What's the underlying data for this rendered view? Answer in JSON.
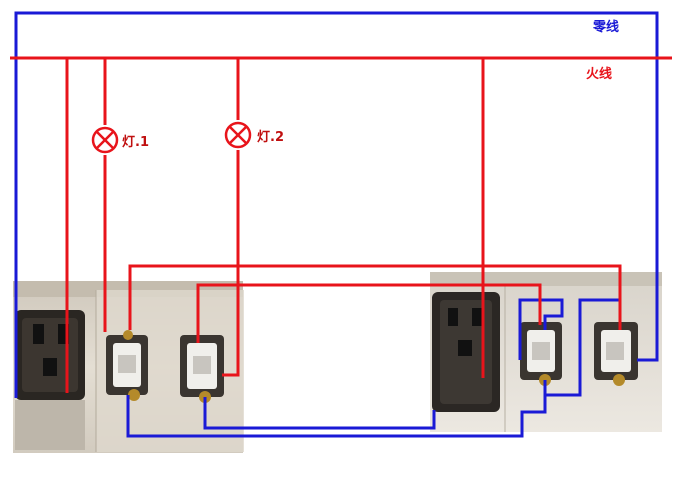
{
  "labels": {
    "neutral": "零线",
    "live": "火线",
    "lamp1": "灯.1",
    "lamp2": "灯.2"
  },
  "colors": {
    "live_wire": "#e8141b",
    "neutral_wire": "#1a1ad6",
    "lamp_label": "#c01010",
    "neutral_label": "#1a1ad6",
    "live_label": "#e8141b",
    "panel_base": "#d9d2c6"
  },
  "icons": {
    "lamp": "lamp-cross-circle-icon",
    "socket": "wall-socket-icon",
    "switch": "rocker-switch-icon"
  }
}
